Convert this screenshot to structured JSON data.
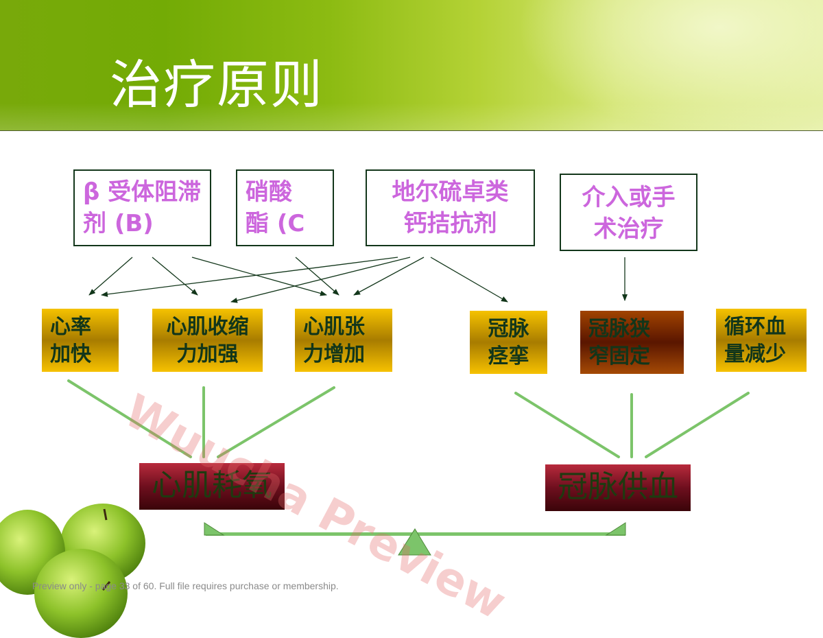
{
  "title": "治疗原则",
  "treatments": {
    "beta_blocker": "β 受体阻滞剂 (B)",
    "nitrate": "硝酸酯 (C",
    "diltiazem": "地尔硫卓类钙拮抗剂",
    "intervention": "介入或手术治疗"
  },
  "effects": {
    "heart_rate": "心率加快",
    "contractility": "心肌收缩力加强",
    "wall_tension": "心肌张力增加",
    "spasm": "冠脉痉挛",
    "stenosis": "冠脉狭窄固定",
    "volume": "循环血量减少"
  },
  "results": {
    "oxygen_demand": "心肌耗氧",
    "blood_supply": "冠脉供血"
  },
  "watermark": "Wuucha Preview",
  "footer": "Preview only - page 33 of 60. Full file requires purchase or membership.",
  "colors": {
    "treatment_text": "#cc66dd",
    "box_border": "#12361a",
    "connector": "#7cc46a",
    "arrow": "#12361a"
  }
}
